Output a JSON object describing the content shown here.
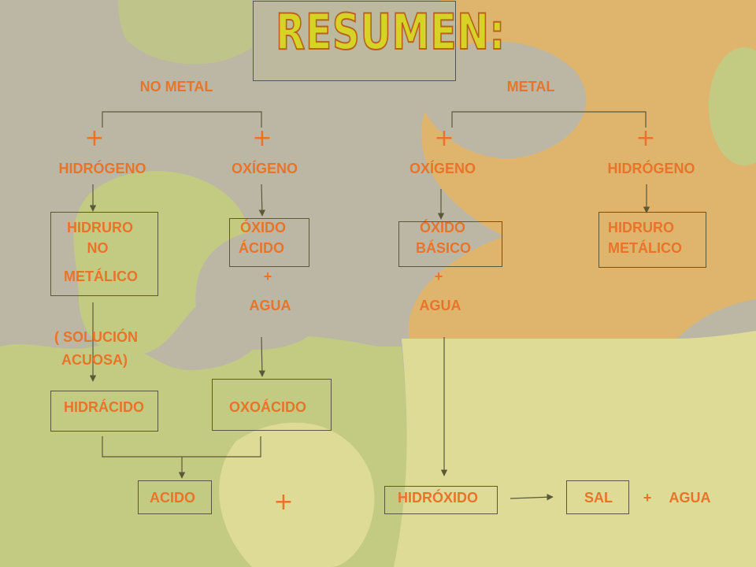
{
  "title": "RESUMEN:",
  "colors": {
    "text": "#e8742a",
    "gray": "#bbb7a4",
    "green": "#c3cb83",
    "tan": "#dfb56e",
    "yellow": "#dedb96",
    "line": "#5b5838"
  },
  "no_metal": {
    "heading": "NO METAL",
    "hidrogeno": "HIDRÓGENO",
    "oxigeno": "OXÍGENO",
    "hidruro": [
      "HIDRURO",
      "NO",
      "METÁLICO"
    ],
    "oxido": [
      "ÓXIDO",
      "ÁCIDO"
    ],
    "plus_agua": "+",
    "agua": "AGUA",
    "solucion": [
      "( SOLUCIÓN",
      "ACUOSA)"
    ],
    "hidracido": "HIDRÁCIDO",
    "oxoacido": "OXOÁCIDO",
    "acido": "ACIDO"
  },
  "metal": {
    "heading": "METAL",
    "oxigeno": "OXÍGENO",
    "hidrogeno": "HIDRÓGENO",
    "oxido": [
      "ÓXIDO",
      "BÁSICO"
    ],
    "hidruro": [
      "HIDRURO",
      "METÁLICO"
    ],
    "plus_agua": "+",
    "agua": "AGUA",
    "hidroxido": "HIDRÓXIDO"
  },
  "result": {
    "sal": "SAL",
    "plus": "+",
    "agua": "AGUA"
  },
  "plus_sign": "+"
}
